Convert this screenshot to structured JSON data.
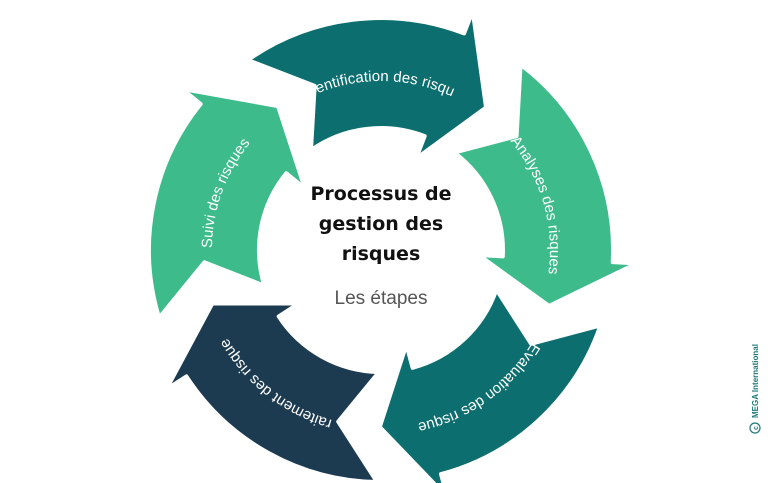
{
  "diagram": {
    "center": {
      "title_lines": [
        "Processus de",
        "gestion des",
        "risques"
      ],
      "subtitle": "Les étapes"
    },
    "steps": [
      {
        "label": "Identification des risques",
        "color": "#0c6e6e"
      },
      {
        "label": "Analyses des risques",
        "color": "#3dbb8b"
      },
      {
        "label": "Evaluation des risques",
        "color": "#0c6e6e"
      },
      {
        "label": "Traitement des risques",
        "color": "#1d3b50"
      },
      {
        "label": "Suivi des risques",
        "color": "#3dbb8b"
      }
    ],
    "copyright": "MEGA International"
  }
}
